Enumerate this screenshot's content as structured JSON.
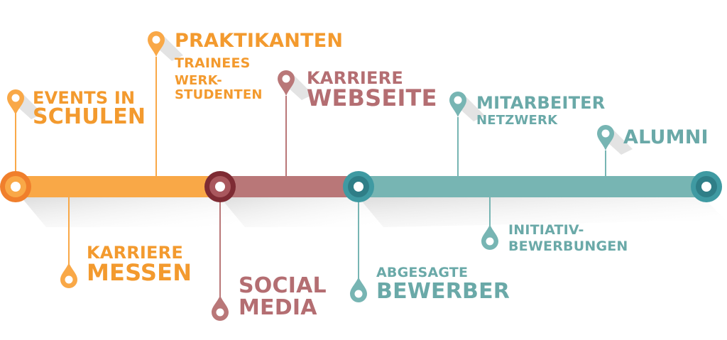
{
  "colors": {
    "orange": "#F9A847",
    "orange_dark": "#F07F2C",
    "rose": "#B97778",
    "rose_dark": "#7E2B33",
    "teal": "#77B5B3",
    "teal_dark": "#3F9AA2"
  },
  "labels": {
    "events": [
      "EVENTS IN",
      "SCHULEN"
    ],
    "praktikanten": "PRAKTIKANTEN",
    "trainees": "TRAINEES",
    "werk": [
      "WERK-",
      "STUDENTEN"
    ],
    "karriere_webseite": [
      "KARRIERE",
      "WEBSEITE"
    ],
    "mitarbeiter": [
      "MITARBEITER",
      "NETZWERK"
    ],
    "alumni": "ALUMNI",
    "karriere_messen": [
      "KARRIERE",
      "MESSEN"
    ],
    "social_media": [
      "SOCIAL",
      "MEDIA"
    ],
    "abgesagte": [
      "ABGESAGTE",
      "BEWERBER"
    ],
    "initiativ": [
      "INITIATIV-",
      "BEWERBUNGEN"
    ]
  }
}
